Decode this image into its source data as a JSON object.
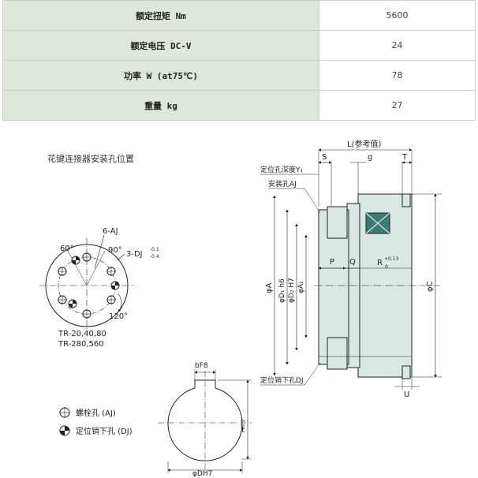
{
  "specs": [
    {
      "label": "额定扭矩 Nm",
      "value": "5600"
    },
    {
      "label": "额定电压 DC-V",
      "value": "24"
    },
    {
      "label": "功率 W (at75℃)",
      "value": "78"
    },
    {
      "label": "重量 kg",
      "value": "27"
    }
  ],
  "drawing": {
    "spline_title": "花键连接器安装孔位置",
    "label_6aj": "6-AJ",
    "label_3dj": "3-DJ",
    "tol_3dj_upper": "-0.1",
    "tol_3dj_lower": "-0.4",
    "angle_60": "60°",
    "angle_90": "90°",
    "angle_120": "120°",
    "models_1": "TR-20,40,80",
    "models_2": "TR-280,560",
    "legend_bolt": "螺栓孔 (AJ)",
    "legend_pin": "定位销下孔 (DJ)",
    "dim_L": "L(参考值)",
    "dim_S": "S",
    "dim_g": "g",
    "dim_T": "T",
    "dim_Y": "定位孔深度Y₁",
    "dim_AJ": "安装孔AJ",
    "dim_P": "P",
    "dim_Q": "Q",
    "dim_R": "R",
    "dim_R_tol": "+0.13",
    "dim_R_sub": "0",
    "dim_phiA": "φA",
    "dim_phiD1": "φD₁ h6",
    "dim_phiD2": "φD₂ H7",
    "dim_phiA1": "φA₁",
    "dim_phiC": "φC",
    "dim_DJ": "定位销下孔DJ",
    "dim_U": "U",
    "dim_bF8": "bF8",
    "dim_t": "t",
    "dim_t_tol": "+0.2",
    "dim_t_sub": "0",
    "dim_phiDH7": "φDH7"
  },
  "colors": {
    "header_bg": "#dde8da",
    "border": "#c8d4c4",
    "part_fill": "#d9e8e4",
    "coil_fill": "#3a7c72"
  }
}
